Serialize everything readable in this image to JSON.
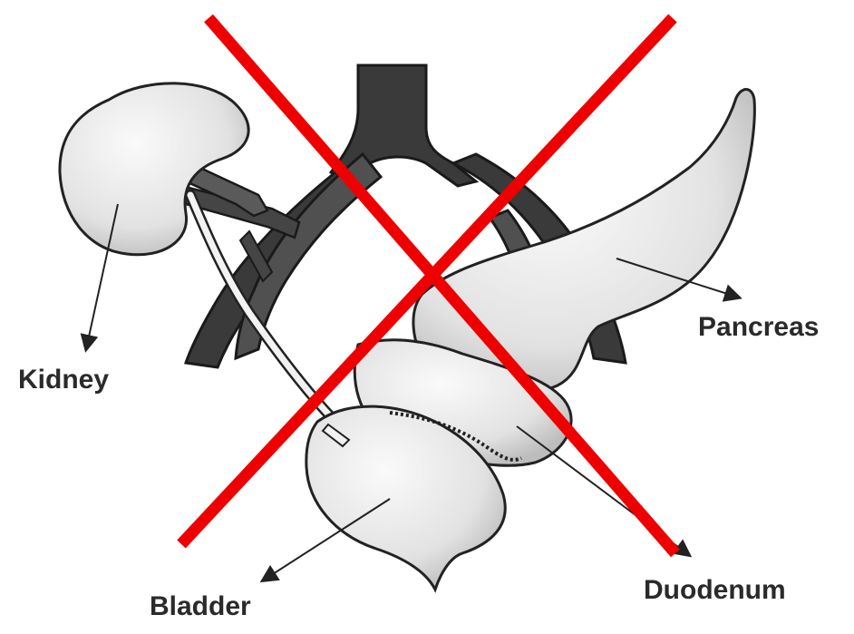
{
  "diagram": {
    "labels": {
      "kidney": "Kidney",
      "pancreas": "Pancreas",
      "bladder": "Bladder",
      "duodenum": "Duodenum"
    },
    "cross_mark": {
      "color": "#ee0000",
      "meaning": "crossed-out"
    },
    "colors": {
      "vessel": "#3c3c3c",
      "organ_fill": "#e8e8e8",
      "outline": "#222222"
    }
  }
}
